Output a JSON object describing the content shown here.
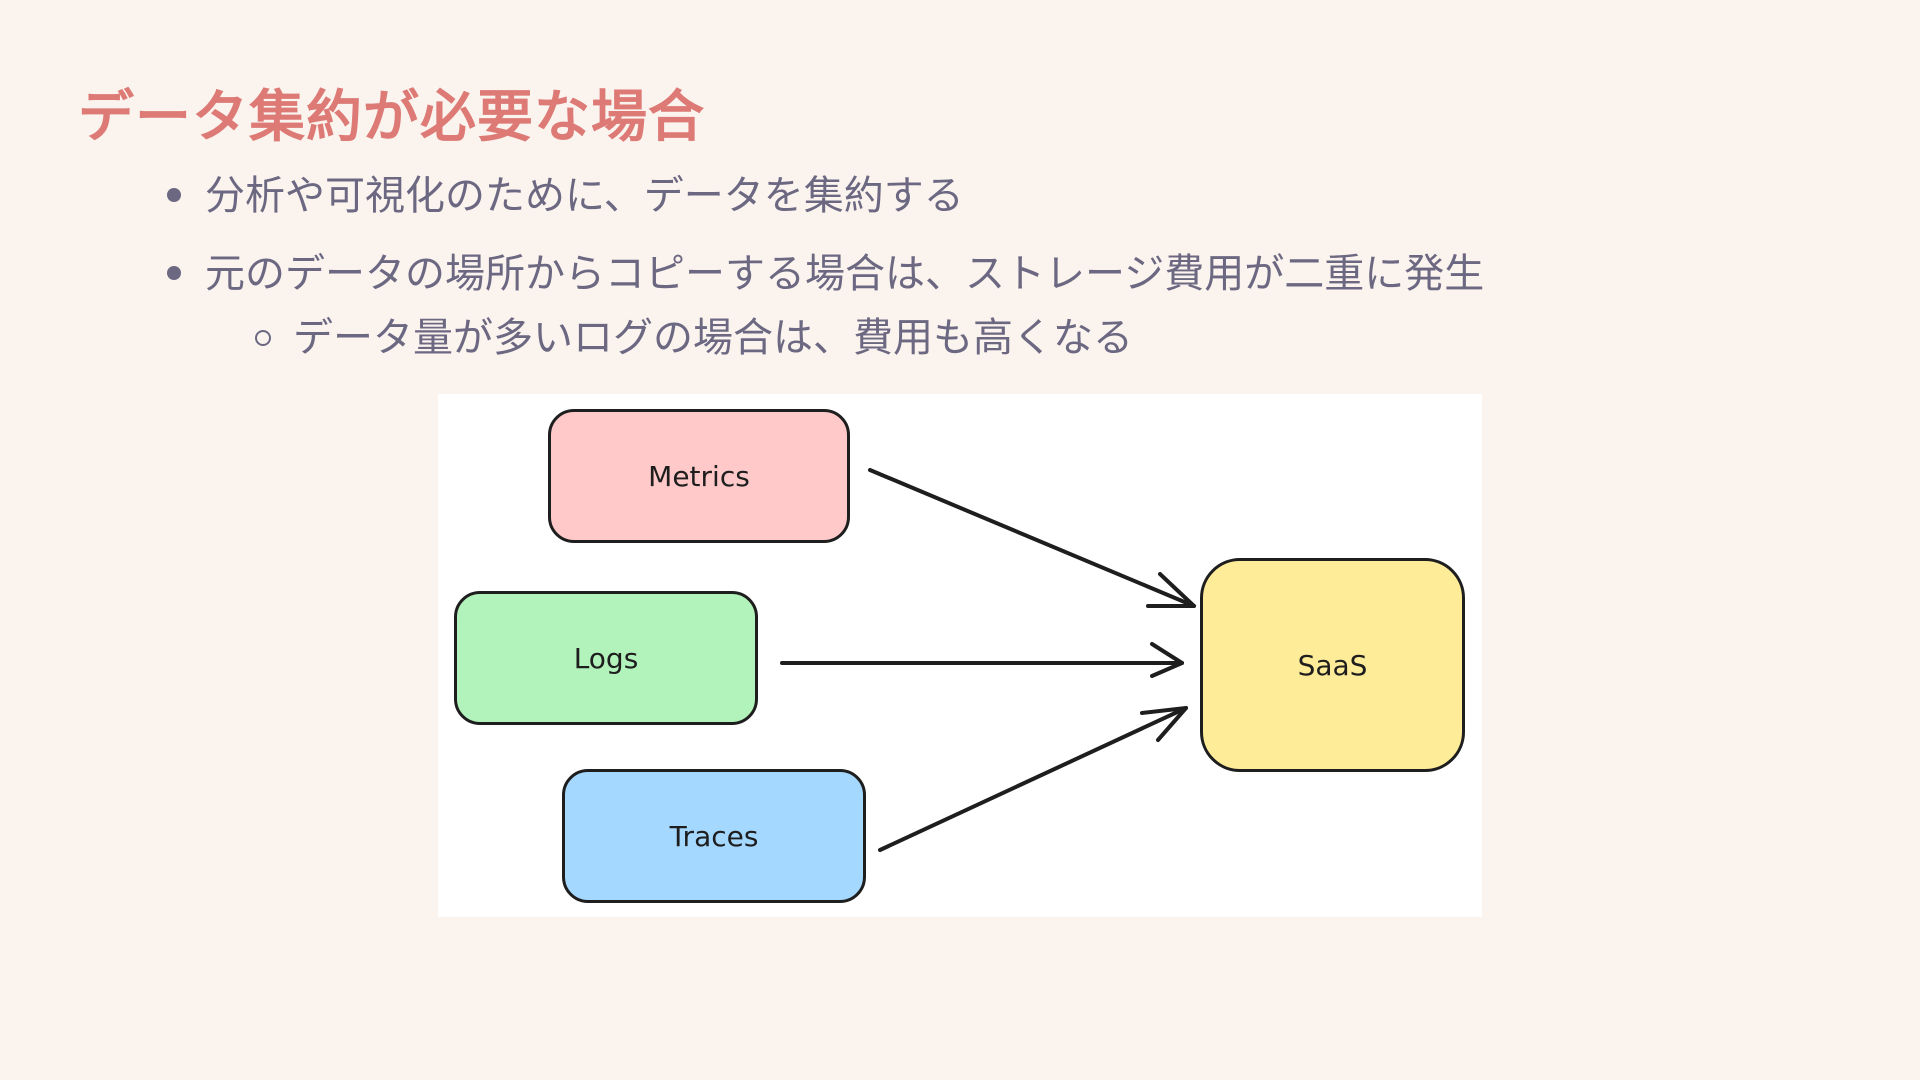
{
  "title": "データ集約が必要な場合",
  "bullets": [
    {
      "text": "分析や可視化のために、データを集約する",
      "level": 1
    },
    {
      "text": "元のデータの場所からコピーする場合は、ストレージ費用が二重に発生",
      "level": 1
    },
    {
      "text": "データ量が多いログの場合は、費用も高くなる",
      "level": 2
    }
  ],
  "diagram": {
    "sources": [
      "Metrics",
      "Logs",
      "Traces"
    ],
    "target": "SaaS",
    "colors": {
      "metrics": "#ffc9c9",
      "logs": "#b2f2bb",
      "traces": "#a5d8ff",
      "saas": "#ffec99",
      "stroke": "#1e1e1e"
    }
  }
}
